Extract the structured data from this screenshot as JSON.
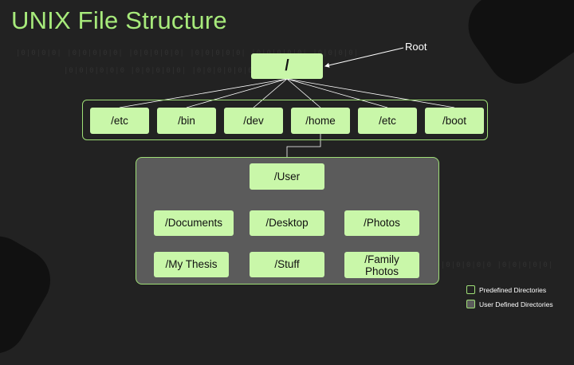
{
  "title": "UNIX File Structure",
  "root_label": "Root",
  "root": "/",
  "level1": [
    "/etc",
    "/bin",
    "/dev",
    "/home",
    "/etc",
    "/boot"
  ],
  "user_dir": "/User",
  "user_children_row1": [
    "/Documents",
    "/Desktop",
    "/Photos"
  ],
  "user_children_row2": [
    "/My Thesis",
    "/Stuff",
    "/Family\nPhotos"
  ],
  "legend": {
    "predefined": {
      "label": "Predefined Directories",
      "color": "#222222"
    },
    "user_defined": {
      "label": "User Defined Directories",
      "color": "#5b5b5b"
    }
  },
  "colors": {
    "accent": "#a7ea7b",
    "node_fill": "#c9f7a9",
    "outline": "#9fe077",
    "background": "#222222"
  }
}
